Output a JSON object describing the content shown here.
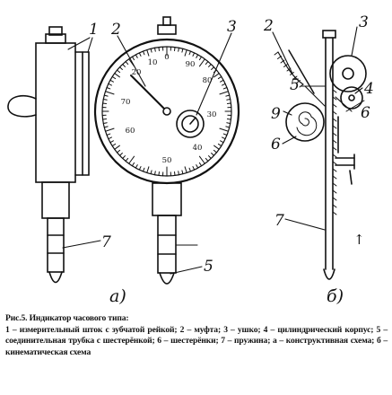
{
  "figure": {
    "callouts": {
      "a_1": "1",
      "a_2": "2",
      "a_3": "3",
      "a_7": "7",
      "a_5": "5",
      "b_2": "2",
      "b_3": "3",
      "b_4": "4",
      "b_5": "5",
      "b_6a": "6",
      "b_9": "9",
      "b_6b": "6",
      "b_7": "7",
      "b_arrow": "↑"
    },
    "panel_labels": {
      "a": "а)",
      "b": "б)"
    },
    "dial_numbers": {
      "n20": "20",
      "n10": "10",
      "n0": "0",
      "n90": "90",
      "n80": "80",
      "n70": "70",
      "n60": "60",
      "n50": "50",
      "n40": "40",
      "n30": "30"
    }
  },
  "caption": {
    "title": "Рис.5. Индикатор часового типа:",
    "body": "1 – измерительный шток с зубчатой рейкой; 2 – муфта; 3 – ушко; 4 – цилиндрический корпус; 5 – соединительная трубка с шестерёнкой; 6 – шестерёнки; 7 – пружина; а – конструктивная схема; б – кинематическая схема"
  }
}
